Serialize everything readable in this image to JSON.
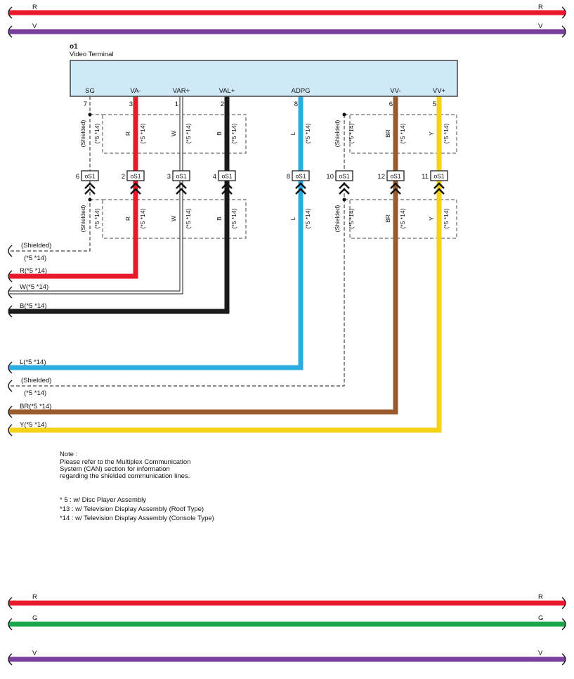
{
  "colors": {
    "red": "#e8192c",
    "violet": "#7b3f9d",
    "green": "#1aa64b",
    "blue": "#2aabe2",
    "brown": "#9a5b2f",
    "yellow": "#f5d216",
    "black": "#1a1a1a",
    "white_wire": "#ffffff",
    "wire_outline": "#1a1a1a",
    "terminal_fill": "#cfe9f8"
  },
  "top_bus": [
    {
      "left": "R",
      "right": "R"
    },
    {
      "left": "V",
      "right": "V"
    }
  ],
  "terminal": {
    "code": "o1",
    "name": "Video Terminal",
    "pins": [
      {
        "label": "SG",
        "number": "7"
      },
      {
        "label": "VA-",
        "number": "3"
      },
      {
        "label": "VAR+",
        "number": "1"
      },
      {
        "label": "VAL+",
        "number": "2"
      },
      {
        "label": "ADPG",
        "number": "8"
      },
      {
        "label": "VV-",
        "number": "6"
      },
      {
        "label": "VV+",
        "number": "5"
      }
    ]
  },
  "upper_segments": [
    {
      "label": "(Shielded)",
      "note": "(*5 *14)"
    },
    {
      "label": "R",
      "note": "(*5 *14)"
    },
    {
      "label": "W",
      "note": "(*5 *14)"
    },
    {
      "label": "B",
      "note": "(*5 *14)"
    },
    {
      "label": "L",
      "note": "(*5 *14)"
    },
    {
      "label": "(Shielded)",
      "note": "(*5 *14)"
    },
    {
      "label": "BR",
      "note": "(*5 *14)"
    },
    {
      "label": "Y",
      "note": "(*5 *14)"
    }
  ],
  "connectors": [
    {
      "pin": "6",
      "code": "oS1"
    },
    {
      "pin": "2",
      "code": "oS1"
    },
    {
      "pin": "3",
      "code": "oS1"
    },
    {
      "pin": "4",
      "code": "oS1"
    },
    {
      "pin": "8",
      "code": "oS1"
    },
    {
      "pin": "10",
      "code": "oS1"
    },
    {
      "pin": "12",
      "code": "oS1"
    },
    {
      "pin": "11",
      "code": "oS1"
    }
  ],
  "lower_segments": [
    {
      "label": "(Shielded)",
      "note": "(*5 *14)"
    },
    {
      "label": "R",
      "note": "(*5 *14)"
    },
    {
      "label": "W",
      "note": "(*5 *14)"
    },
    {
      "label": "B",
      "note": "(*5 *14)"
    },
    {
      "label": "L",
      "note": "(*5 *14)"
    },
    {
      "label": "(Shielded)",
      "note": "(*5 *14)"
    },
    {
      "label": "BR",
      "note": "(*5 *14)"
    },
    {
      "label": "Y",
      "note": "(*5 *14)"
    }
  ],
  "exits": [
    {
      "label": "(Shielded)",
      "sub": "(*5 *14)"
    },
    {
      "label": "R(*5 *14)"
    },
    {
      "label": "W(*5 *14)"
    },
    {
      "label": "B(*5 *14)"
    },
    {
      "label": "L(*5 *14)"
    },
    {
      "label": "(Shielded)",
      "sub": "(*5 *14)"
    },
    {
      "label": "BR(*5 *14)"
    },
    {
      "label": "Y(*5 *14)"
    }
  ],
  "note": {
    "title": "Note :",
    "lines": [
      "Please refer to the Multiplex Communication",
      "System (CAN) section for information",
      "regarding the shielded communication lines."
    ]
  },
  "footnotes": [
    "* 5 : w/ Disc Player Assembly",
    "*13 : w/ Television Display Assembly (Roof Type)",
    "*14 : w/ Television Display Assembly (Console Type)"
  ],
  "bottom_bus": [
    {
      "left": "R",
      "right": "R"
    },
    {
      "left": "G",
      "right": "G"
    },
    {
      "left": "V",
      "right": "V"
    }
  ]
}
